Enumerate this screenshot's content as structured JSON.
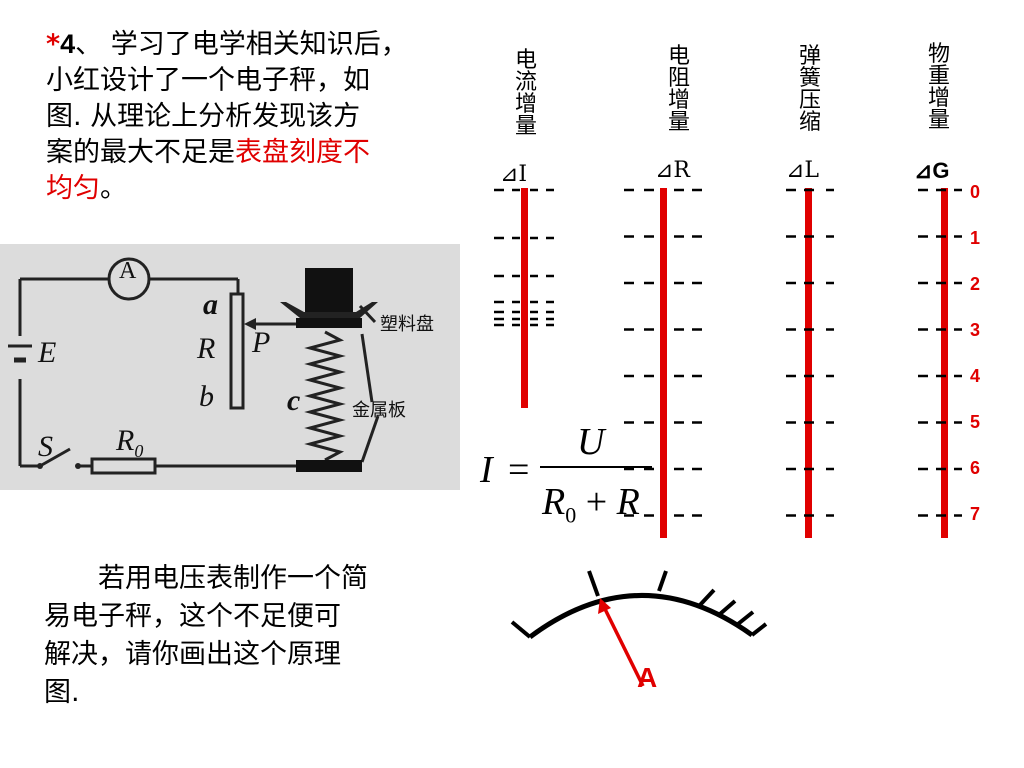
{
  "question": {
    "star": "*",
    "number": "4",
    "sep": "、",
    "line1": " 学习了电学相关知识后，",
    "line2": "小红设计了一个电子秤，如",
    "line3": "图. 从理论上分析发现该方",
    "line4_pre": "案的最大不足是",
    "line4_red": "表盘刻度不",
    "line5_red": "均匀",
    "line5_post": "。"
  },
  "question2": {
    "line1": "　　若用电压表制作一个简",
    "line2": "易电子秤，这个不足便可",
    "line3": "解决，请你画出这个原理",
    "line4": "图."
  },
  "columns": [
    {
      "title": "电流增量",
      "delta": "⊿I"
    },
    {
      "title": "电阻增量",
      "delta": "⊿R"
    },
    {
      "title": "弹簧压缩",
      "delta": "⊿L"
    },
    {
      "title": "物重增量",
      "delta": "⊿G"
    }
  ],
  "tick_labels": [
    "0",
    "1",
    "2",
    "3",
    "4",
    "5",
    "6",
    "7"
  ],
  "formula": {
    "lhs": "I",
    "eq": "=",
    "num": "U",
    "den_r0": "R",
    "den_sub": "0",
    "den_plus": "+",
    "den_r": "R"
  },
  "circuit": {
    "ammeter": "A",
    "a": "a",
    "R": "R",
    "P": "P",
    "b": "b",
    "E": "E",
    "c": "c",
    "S": "S",
    "R0": "R",
    "R0_sub": "0",
    "plastic_plate": "塑料盘",
    "metal_plate": "金属板"
  },
  "meter": {
    "label": "A"
  },
  "colors": {
    "red": "#e00000",
    "text": "#000000"
  }
}
